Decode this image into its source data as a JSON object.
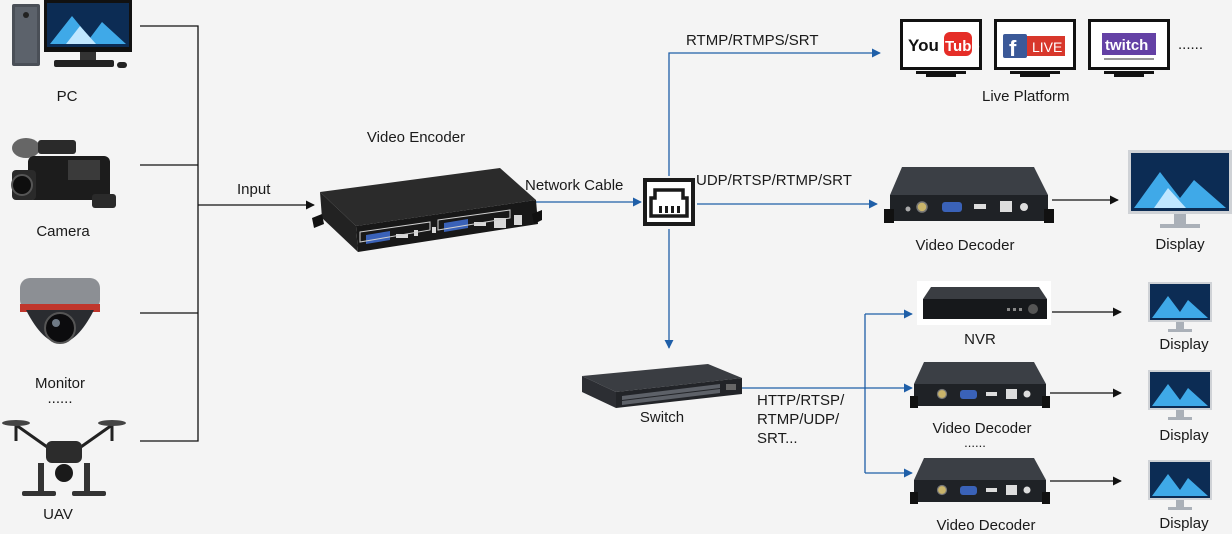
{
  "sources": {
    "pc": "PC",
    "camera": "Camera",
    "monitor": "Monitor",
    "monitor_more": "......",
    "uav": "UAV"
  },
  "links": {
    "input": "Input",
    "network_cable": "Network Cable",
    "rtmp": "RTMP/RTMPS/SRT",
    "udp": "UDP/RTSP/RTMP/SRT",
    "http_1": "HTTP/RTSP/",
    "http_2": "RTMP/UDP/",
    "http_3": "SRT..."
  },
  "devices": {
    "encoder": "Video Encoder",
    "decoder_main": "Video Decoder",
    "switch": "Switch",
    "nvr": "NVR",
    "decoder_2": "Video Decoder",
    "decoder_more": "......",
    "decoder_3": "Video Decoder",
    "live_platform": "Live Platform",
    "platform_more": "......",
    "display_main": "Display",
    "display_1": "Display",
    "display_2": "Display",
    "display_3": "Display"
  },
  "platforms": {
    "youtube_you": "You",
    "youtube_tube": "Tube",
    "facebook_live": "LIVE",
    "twitch": "twitch"
  },
  "colors": {
    "flow_blue": "#1f5fa8",
    "line_black": "#111111",
    "youtube_red": "#e52d27",
    "twitch_purple": "#6441a5",
    "facebook_blue": "#3b5998"
  }
}
